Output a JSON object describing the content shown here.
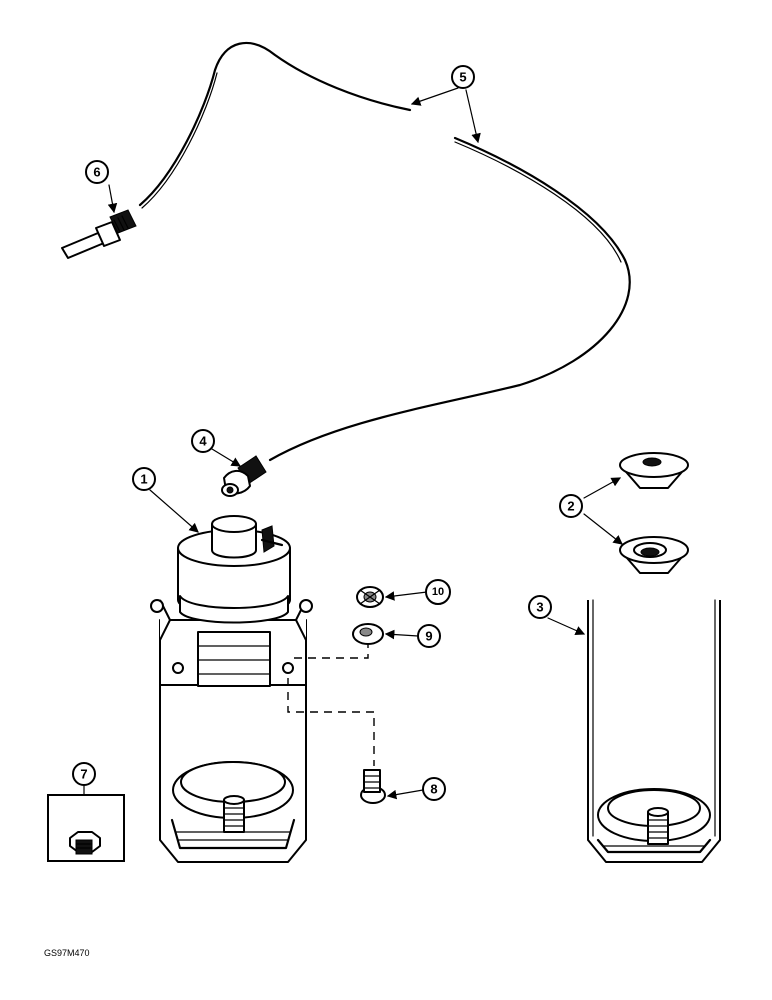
{
  "callouts": {
    "c1": "1",
    "c2": "2",
    "c3": "3",
    "c4": "4",
    "c5": "5",
    "c6": "6",
    "c7": "7",
    "c8": "8",
    "c9": "9",
    "c10": "10"
  },
  "reference_code": "GS97M470"
}
